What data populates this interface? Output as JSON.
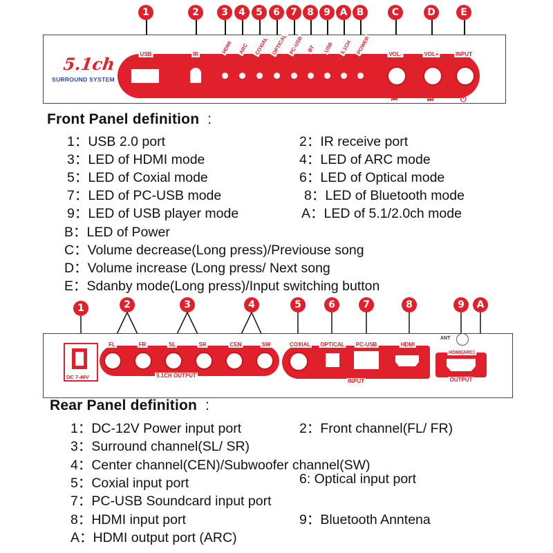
{
  "colors": {
    "accent": "#e0202a",
    "text": "#111111"
  },
  "front": {
    "badges": [
      "1",
      "2",
      "3",
      "4",
      "5",
      "6",
      "7",
      "8",
      "9",
      "A",
      "B",
      "C",
      "D",
      "E"
    ],
    "logo": {
      "mark": "5.1ch",
      "sub": "SURROUND SYSTEM"
    },
    "labels": {
      "usb": "USB",
      "ir": "IR",
      "hdmi": "HDMI",
      "arc": "ARC",
      "coxial": "COXIAL",
      "optical": "OPTICAL",
      "pcusb": "PC-USB",
      "bt": "BT",
      "usb2": "USB",
      "ch51": "5.1CH",
      "power": "POWER",
      "vol_minus": "VOL-",
      "vol_plus": "VOL+",
      "input": "INPUT"
    },
    "icons": {
      "prev": "⏮",
      "next": "⏭",
      "power": "⏻"
    }
  },
  "front_def": {
    "heading": "Front Panel definition",
    "colon": ":",
    "items": [
      "1：USB 2.0 port",
      "2：IR receive port",
      "3：LED of HDMI mode",
      "4：LED of ARC mode",
      "5：LED of Coxial mode",
      "6：LED of Optical mode",
      "7：LED of PC-USB mode",
      "8：LED of Bluetooth mode",
      "9：LED of USB player mode",
      "A：LED of 5.1/2.0ch mode",
      "B：LED of Power",
      "C：Volume decrease(Long press)/Previouse song",
      "D：Volume increase (Long press/ Next song",
      "E：Sdanby mode(Long press)/Input switching button"
    ]
  },
  "rear": {
    "badges": [
      "1",
      "2",
      "3",
      "4",
      "5",
      "6",
      "7",
      "8",
      "9",
      "A"
    ],
    "labels": {
      "fl": "FL",
      "fr": "FR",
      "sl": "SL",
      "sr": "SR",
      "cen": "CEN",
      "sw": "SW",
      "coxial": "COXIAL",
      "optical": "OPTICAL",
      "pcusb": "PC-USB",
      "hdmi": "HDMI",
      "ant": "ANT",
      "hdmi_arc": "HDMI(ARC)",
      "dc": "DC 7-40V",
      "out51": "5.1CH OUTPUT",
      "input": "INPUT",
      "output": "OUTPUT"
    }
  },
  "rear_def": {
    "heading": "Rear Panel definition",
    "colon": ":",
    "items": [
      "1：DC-12V Power input port",
      "2：Front channel(FL/ FR)",
      "3：Surround channel(SL/ SR)",
      "4：Center channel(CEN)/Subwoofer channel(SW)",
      "5：Coxial input port",
      "6: Optical input port",
      "7：PC-USB Soundcard input port",
      "8：HDMI input port",
      "9：Bluetooth Anntena",
      "A：HDMI output port (ARC)"
    ]
  }
}
